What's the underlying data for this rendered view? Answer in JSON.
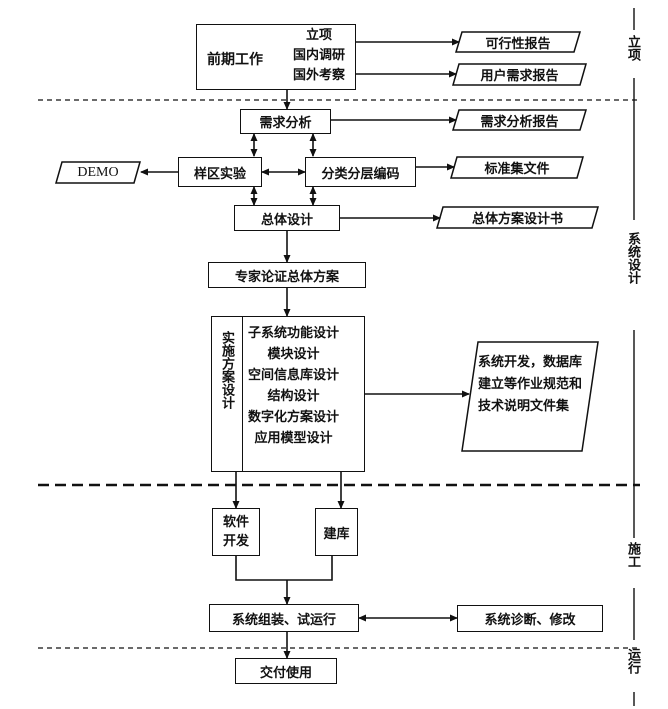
{
  "phases": [
    {
      "id": "phase-initiation",
      "label": "立项"
    },
    {
      "id": "phase-system-design",
      "label": "系统设计"
    },
    {
      "id": "phase-construction",
      "label": "施工"
    },
    {
      "id": "phase-operation",
      "label": "运行"
    }
  ],
  "nodes": {
    "preliminary": {
      "title": "前期工作",
      "items": [
        "立项",
        "国内调研",
        "国外考察"
      ]
    },
    "requirements": "需求分析",
    "pilot": "样区实验",
    "classification": "分类分层编码",
    "overall_design": "总体设计",
    "expert_review": "专家论证总体方案",
    "implementation": {
      "title": "实施方案设计",
      "items": [
        "子系统功能设计",
        "模块设计",
        "空间信息库设计",
        "结构设计",
        "数字化方案设计",
        "应用模型设计"
      ]
    },
    "software_dev": "软件开发",
    "database_build": "建库",
    "assembly": "系统组装、试运行",
    "diagnosis": "系统诊断、修改",
    "delivery": "交付使用"
  },
  "documents": {
    "feasibility": "可行性报告",
    "user_requirements": "用户需求报告",
    "requirements_report": "需求分析报告",
    "demo": "DEMO",
    "standard_files": "标准集文件",
    "overall_plan": "总体方案设计书",
    "dev_docs": "系统开发，数据库建立等作业规范和技术说明文件集"
  }
}
